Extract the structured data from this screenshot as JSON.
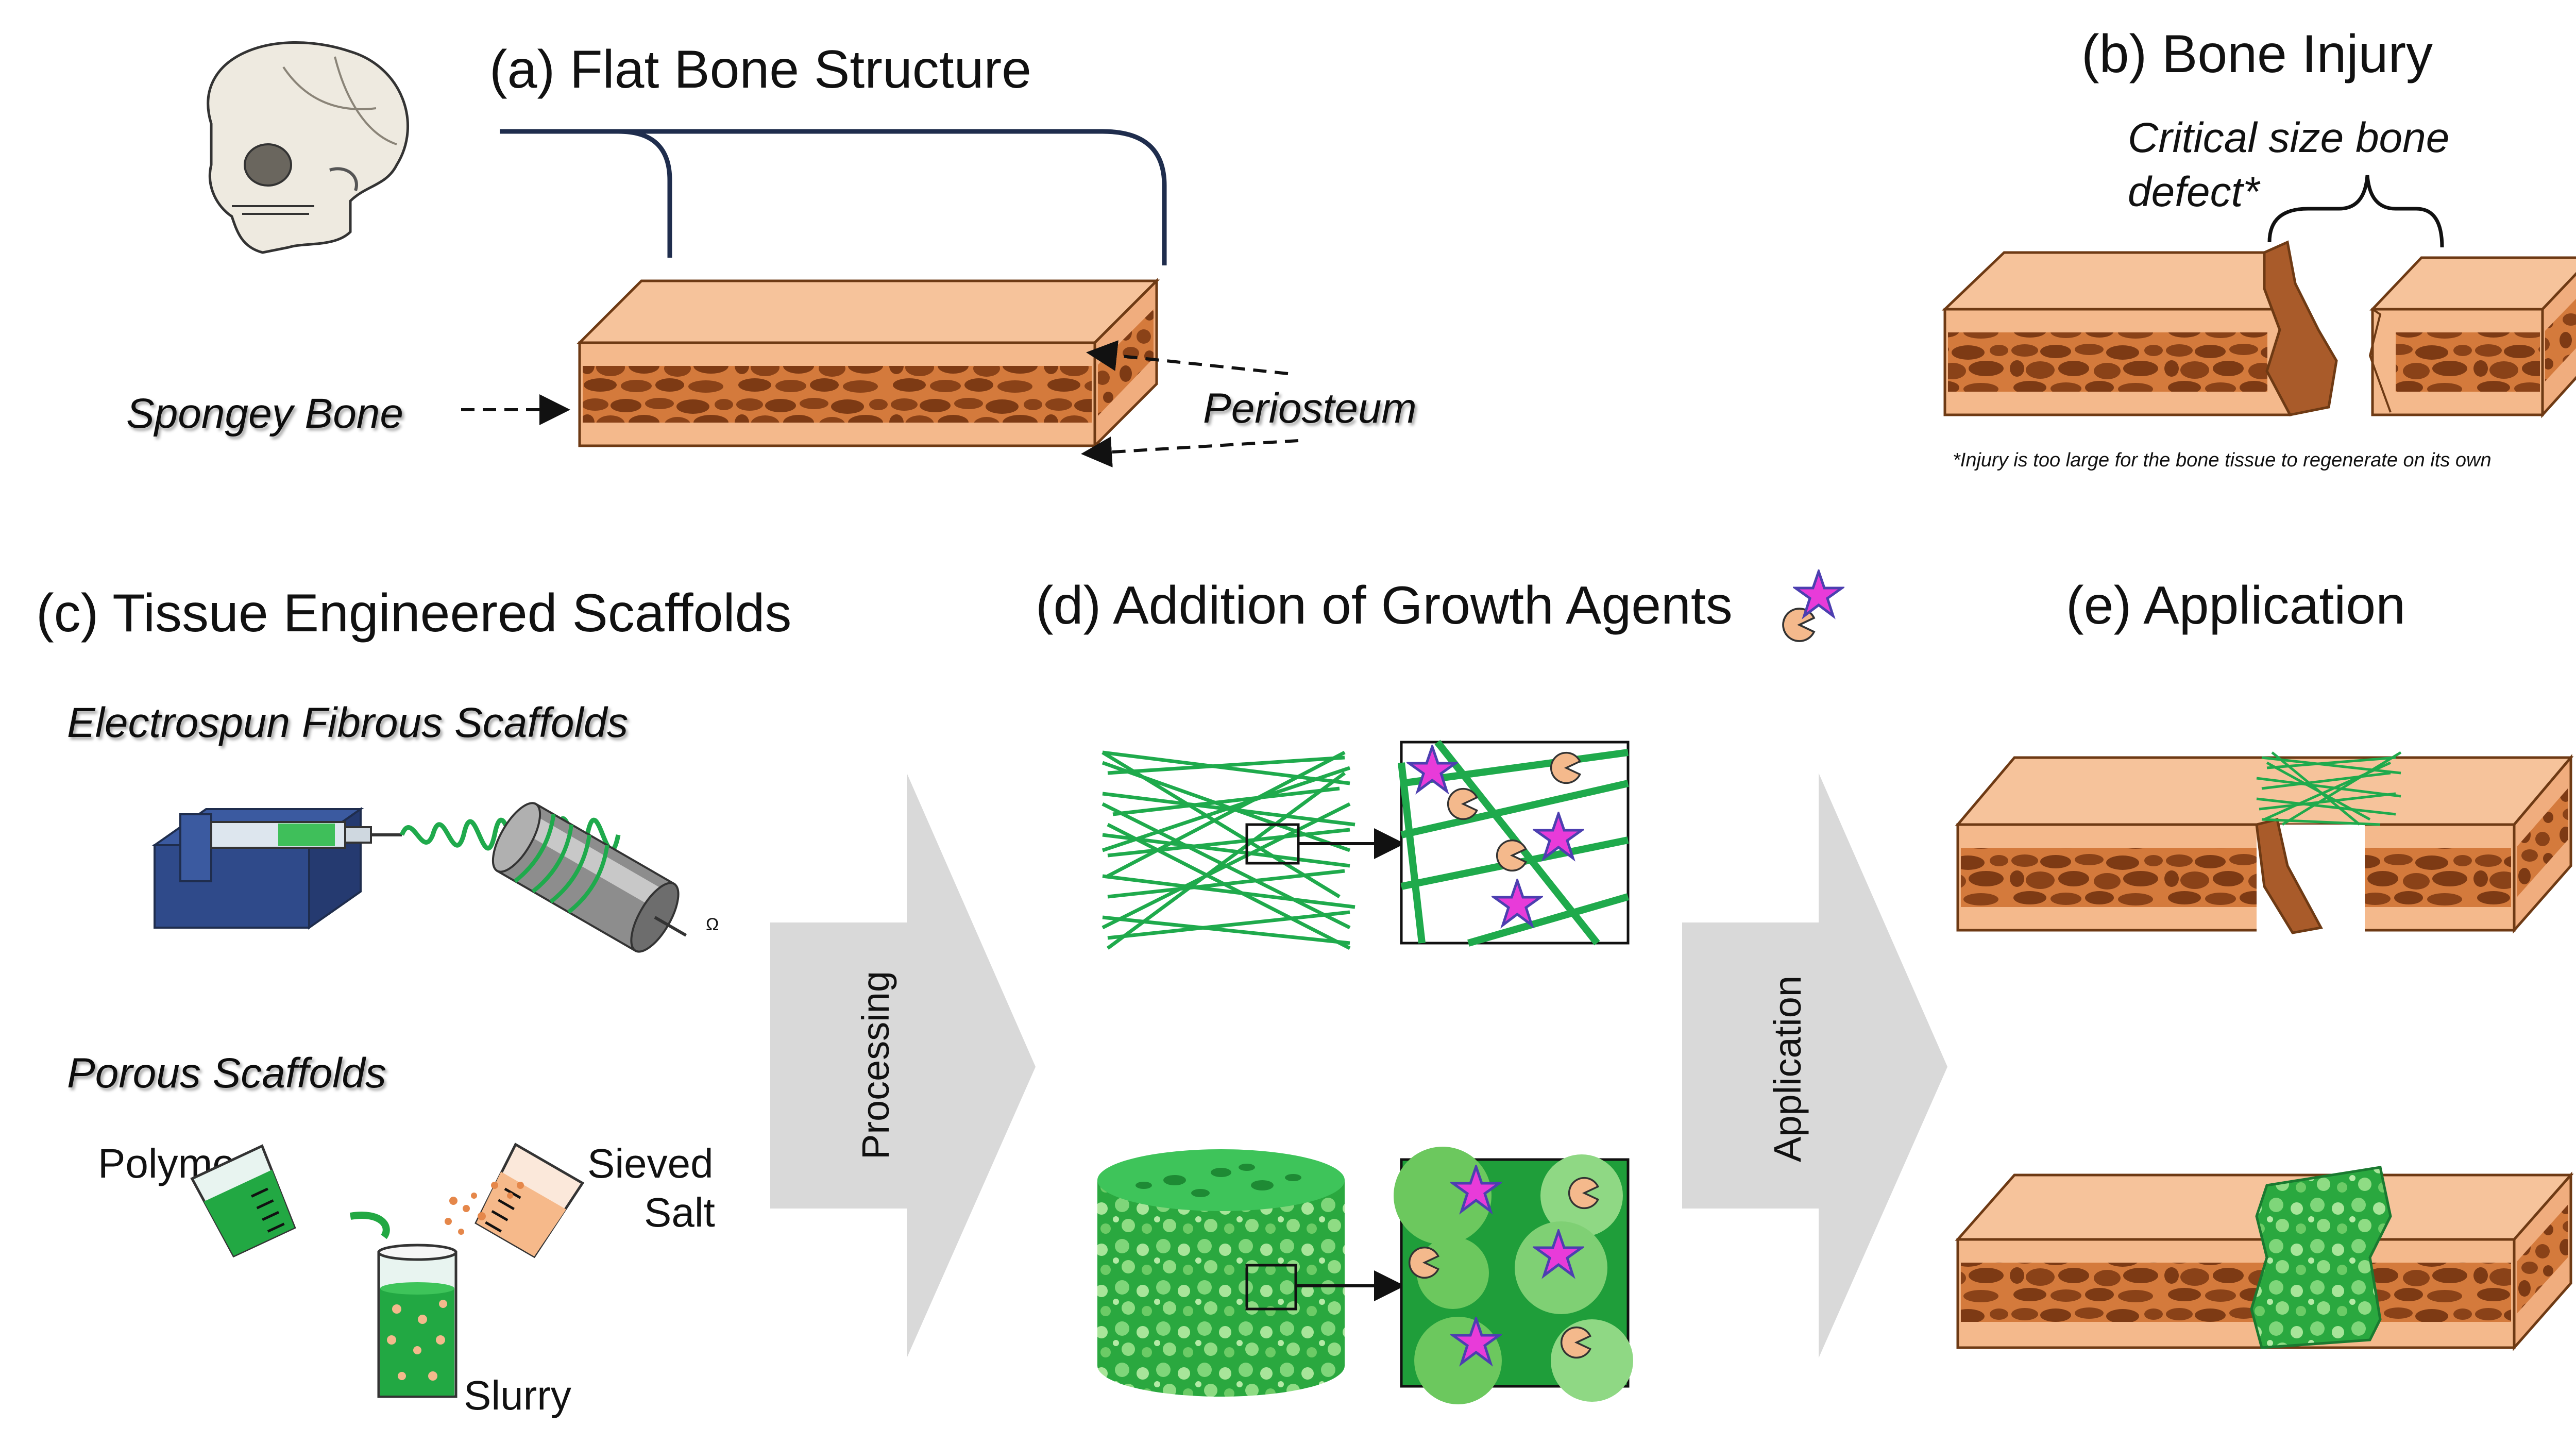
{
  "panels": {
    "a": {
      "title": "(a) Flat Bone Structure",
      "spongey_label": "Spongey Bone",
      "periosteum_label": "Periosteum"
    },
    "b": {
      "title": "(b) Bone Injury",
      "defect_line1": "Critical size bone",
      "defect_line2": "defect*",
      "footnote": "*Injury is too large for the bone tissue to regenerate on its own"
    },
    "c": {
      "title": "(c) Tissue Engineered Scaffolds",
      "electrospun_label": "Electrospun Fibrous Scaffolds",
      "porous_label": "Porous Scaffolds",
      "polymer_label": "Polymer",
      "sieved_line1": "Sieved",
      "sieved_line2": "Salt",
      "slurry_label": "Slurry",
      "omega": "Ω"
    },
    "d": {
      "title": "(d) Addition of Growth Agents"
    },
    "e": {
      "title": "(e) Application"
    }
  },
  "arrows": {
    "processing": "Processing",
    "application": "Application"
  },
  "colors": {
    "bone_face": "#f4b98c",
    "bone_top": "#f6c39b",
    "bone_dark": "#9c4f20",
    "bone_line": "#7a3e15",
    "fiber_green": "#1faa4c",
    "porous_green": "#2fb84c",
    "arrow_gray": "#d9d9d9",
    "star": "#e83bd9",
    "star_edge": "#4c3fb0",
    "navy": "#1f2d4d"
  }
}
